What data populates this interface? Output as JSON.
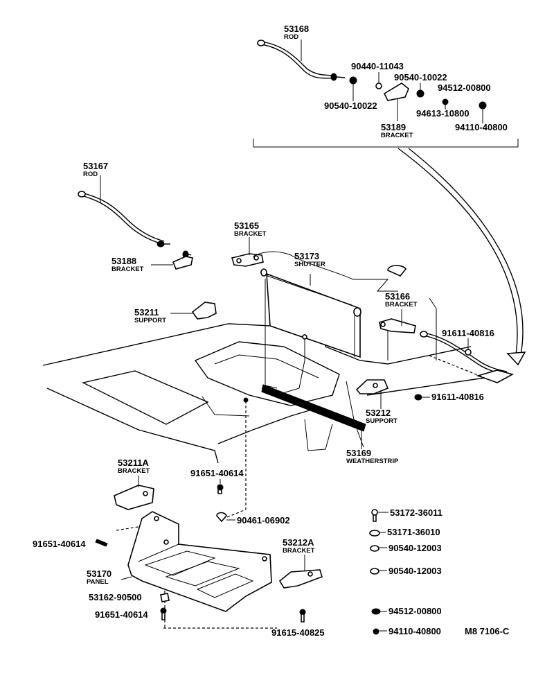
{
  "footer_code": "M8 7106-C",
  "callouts": [
    {
      "id": "c53168",
      "part": "53168",
      "name": "ROD"
    },
    {
      "id": "c90440",
      "part": "90440-11043",
      "name": ""
    },
    {
      "id": "c90540a",
      "part": "90540-10022",
      "name": ""
    },
    {
      "id": "c90540b",
      "part": "90540-10022",
      "name": ""
    },
    {
      "id": "c94512a",
      "part": "94512-00800",
      "name": ""
    },
    {
      "id": "c94613",
      "part": "94613-10800",
      "name": ""
    },
    {
      "id": "c53189",
      "part": "53189",
      "name": "BRACKET"
    },
    {
      "id": "c94110a",
      "part": "94110-40800",
      "name": ""
    },
    {
      "id": "c53167",
      "part": "53167",
      "name": "ROD"
    },
    {
      "id": "c53165",
      "part": "53165",
      "name": "BRACKET"
    },
    {
      "id": "c53173",
      "part": "53173",
      "name": "SHUTTER"
    },
    {
      "id": "c53188",
      "part": "53188",
      "name": "BRACKET"
    },
    {
      "id": "c53211",
      "part": "53211",
      "name": "SUPPORT"
    },
    {
      "id": "c53166",
      "part": "53166",
      "name": "BRACKET"
    },
    {
      "id": "c91611a",
      "part": "91611-40816",
      "name": ""
    },
    {
      "id": "c91611b",
      "part": "91611-40816",
      "name": ""
    },
    {
      "id": "c53212",
      "part": "53212",
      "name": "SUPPORT"
    },
    {
      "id": "c53169",
      "part": "53169",
      "name": "WEATHERSTRIP"
    },
    {
      "id": "c53211a",
      "part": "53211A",
      "name": "BRACKET"
    },
    {
      "id": "c91651a",
      "part": "91651-40614",
      "name": ""
    },
    {
      "id": "c90461",
      "part": "90461-06902",
      "name": ""
    },
    {
      "id": "c91651b",
      "part": "91651-40614",
      "name": ""
    },
    {
      "id": "c53172",
      "part": "53172-36011",
      "name": ""
    },
    {
      "id": "c53171",
      "part": "53171-36010",
      "name": ""
    },
    {
      "id": "c90540c",
      "part": "90540-12003",
      "name": ""
    },
    {
      "id": "c90540d",
      "part": "90540-12003",
      "name": ""
    },
    {
      "id": "c53212a",
      "part": "53212A",
      "name": "BRACKET"
    },
    {
      "id": "c53170",
      "part": "53170",
      "name": "PANEL"
    },
    {
      "id": "c53162",
      "part": "53162-90500",
      "name": ""
    },
    {
      "id": "c91651c",
      "part": "91651-40614",
      "name": ""
    },
    {
      "id": "c91615",
      "part": "91615-40825",
      "name": ""
    },
    {
      "id": "c94512b",
      "part": "94512-00800",
      "name": ""
    },
    {
      "id": "c94110b",
      "part": "94110-40800",
      "name": ""
    }
  ]
}
